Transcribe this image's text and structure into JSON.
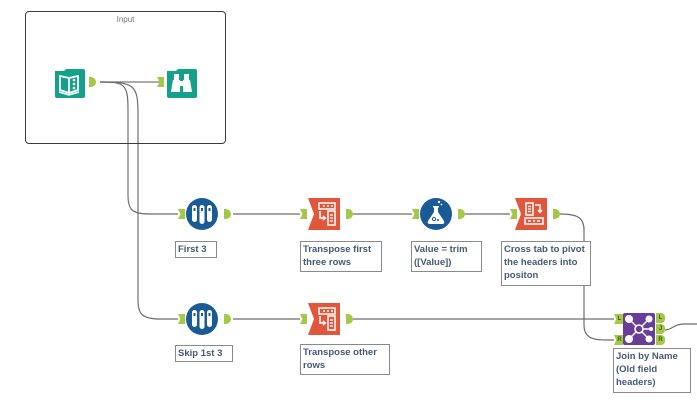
{
  "container": {
    "title": "Input"
  },
  "tools": {
    "input": {
      "type": "input-data",
      "color": "#15a08c"
    },
    "browse": {
      "type": "browse",
      "color": "#15a08c"
    },
    "first3": {
      "type": "sample",
      "annotation": "First 3",
      "color": "#1a5b96"
    },
    "skip3": {
      "type": "sample",
      "annotation": "Skip 1st 3",
      "color": "#1a5b96"
    },
    "transpose_first": {
      "type": "transpose",
      "annotation": "Transpose first\nthree rows",
      "color": "#e0573c"
    },
    "transpose_other": {
      "type": "transpose",
      "annotation": "Transpose other\nrows",
      "color": "#e0573c"
    },
    "formula": {
      "type": "formula",
      "annotation": "Value = trim\n([Value])",
      "color": "#1a5b96"
    },
    "crosstab": {
      "type": "cross-tab",
      "annotation": "Cross tab to pivot\nthe headers into\npositon",
      "color": "#e0573c"
    },
    "join": {
      "type": "join",
      "annotation": "Join by Name\n(Old field\nheaders)",
      "color": "#6a3d9a"
    }
  },
  "anchor_labels": {
    "left": "L",
    "right": "R",
    "join": "J"
  },
  "colors": {
    "anchor": "#a3c94a",
    "wire": "#6e6e6e"
  }
}
